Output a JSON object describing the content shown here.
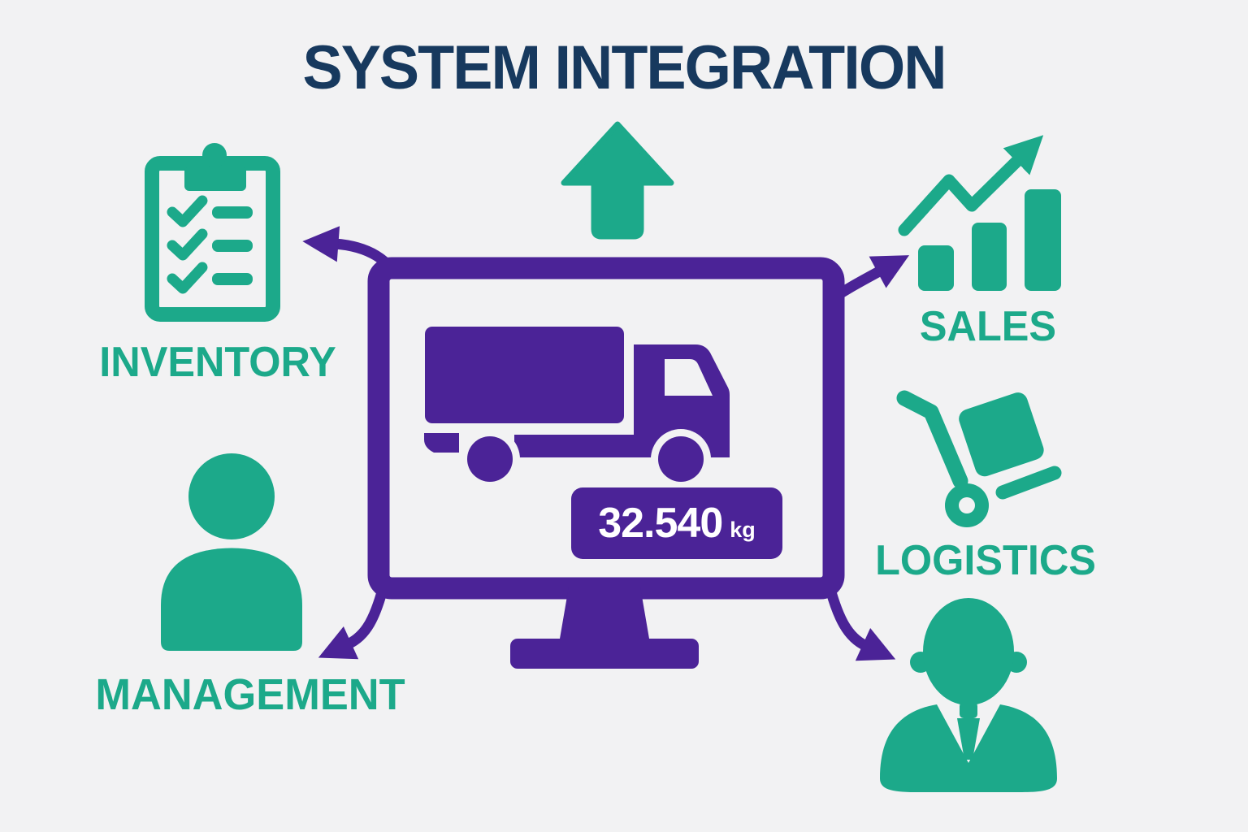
{
  "title": "SYSTEM INTEGRATION",
  "colors": {
    "bg": "#F2F2F3",
    "navy": "#17395E",
    "teal": "#1CA98A",
    "purple": "#4B2397",
    "white": "#FFFFFF"
  },
  "center": {
    "monitor_icon": "monitor-icon",
    "screen_icon": "delivery-truck-icon",
    "up_arrow_icon": "up-arrow-icon",
    "weight": {
      "value": "32.540",
      "unit": "kg"
    }
  },
  "nodes": {
    "inventory": {
      "label": "INVENTORY",
      "icon": "clipboard-checklist-icon"
    },
    "sales": {
      "label": "SALES",
      "icon": "sales-growth-chart-icon"
    },
    "logistics": {
      "label": "LOGISTICS",
      "icon": "hand-truck-icon"
    },
    "management": {
      "label": "MANAGEMENT",
      "icon": "person-icon"
    },
    "staff": {
      "icon": "businessman-icon"
    }
  }
}
